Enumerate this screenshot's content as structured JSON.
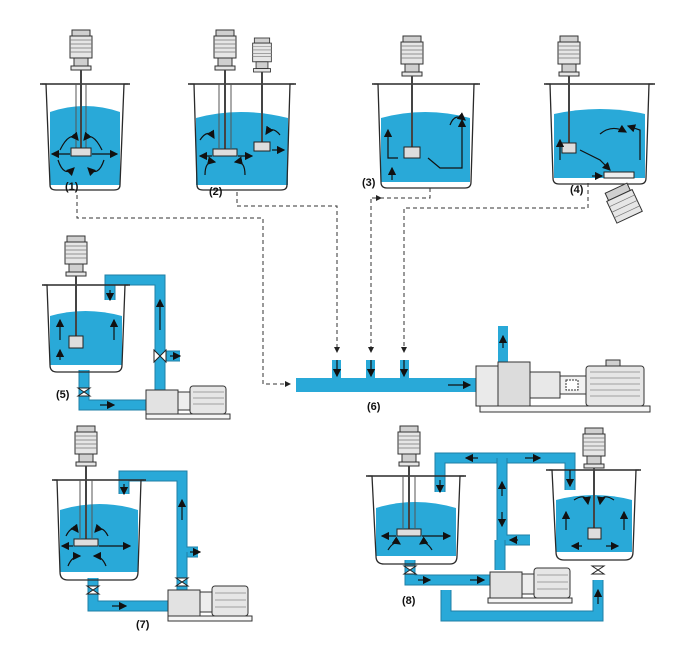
{
  "labels": {
    "d1": "(1)",
    "d2": "(2)",
    "d3": "(3)",
    "d4": "(4)",
    "d5": "(5)",
    "d6": "(6)",
    "d7": "(7)",
    "d8": "(8)"
  },
  "colors": {
    "liquid": "#29a9d8",
    "outline": "#2a2a2a",
    "motor": "#e6e6e6"
  }
}
